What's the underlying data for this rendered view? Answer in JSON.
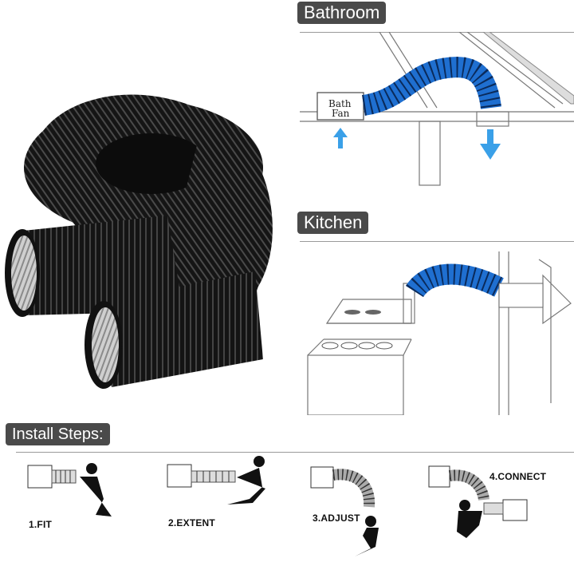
{
  "sections": {
    "bathroom": {
      "label": "Bathroom",
      "fan_label_line1": "Bath",
      "fan_label_line2": "Fan"
    },
    "kitchen": {
      "label": "Kitchen"
    },
    "install": {
      "label": "Install Steps:"
    }
  },
  "steps": [
    {
      "label": "1.FIT"
    },
    {
      "label": "2.EXTENT"
    },
    {
      "label": "3.ADJUST"
    },
    {
      "label": "4.CONNECT"
    }
  ],
  "colors": {
    "tag_bg": "#4a4a4a",
    "duct_black": "#141414",
    "duct_blue": "#1f6fd0",
    "arrow_blue": "#3aa0e8"
  }
}
